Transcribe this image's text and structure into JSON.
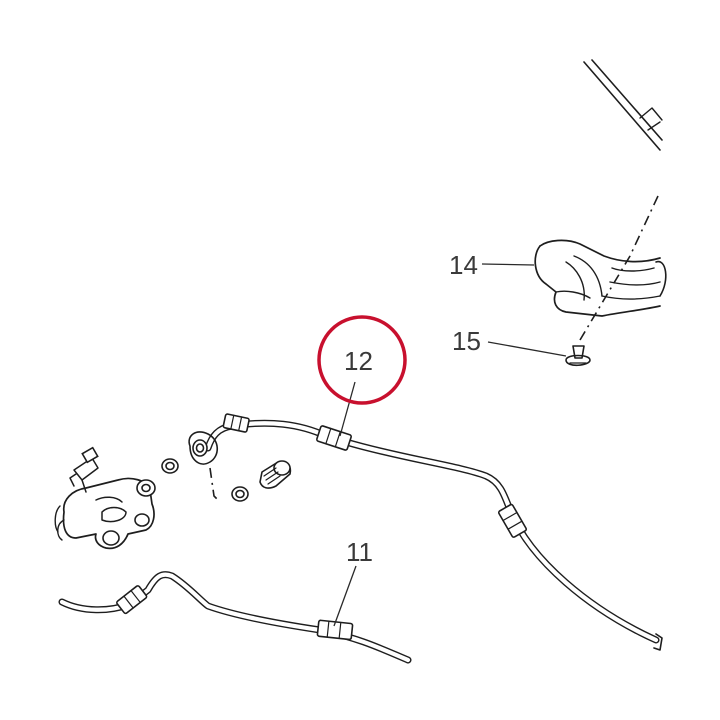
{
  "callouts": {
    "c11": "11",
    "c12": "12",
    "c14": "14",
    "c15": "15"
  },
  "highlight": {
    "target": "12",
    "color": "#c8102e"
  },
  "colors": {
    "ink": "#1e1e1e",
    "label": "#3a3a3a",
    "background": "#ffffff"
  }
}
